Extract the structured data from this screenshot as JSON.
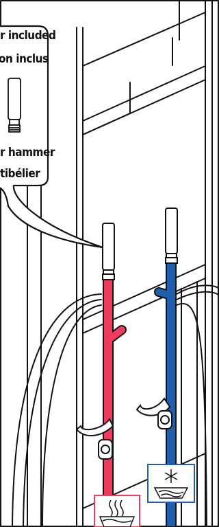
{
  "callout": {
    "line1": "r included",
    "line2": "on inclus",
    "line3": "r hammer",
    "line4": "tibélier"
  },
  "icons": {
    "hot": "hot-water-symbol-icon",
    "cold": "cold-water-snowflake-icon",
    "arrestor": "water-hammer-arrestor-icon",
    "valve": "shutoff-valve-icon"
  },
  "colors": {
    "hot_pipe": "#ef3b5e",
    "cold_pipe": "#1f5fb0",
    "outline": "#111111"
  }
}
